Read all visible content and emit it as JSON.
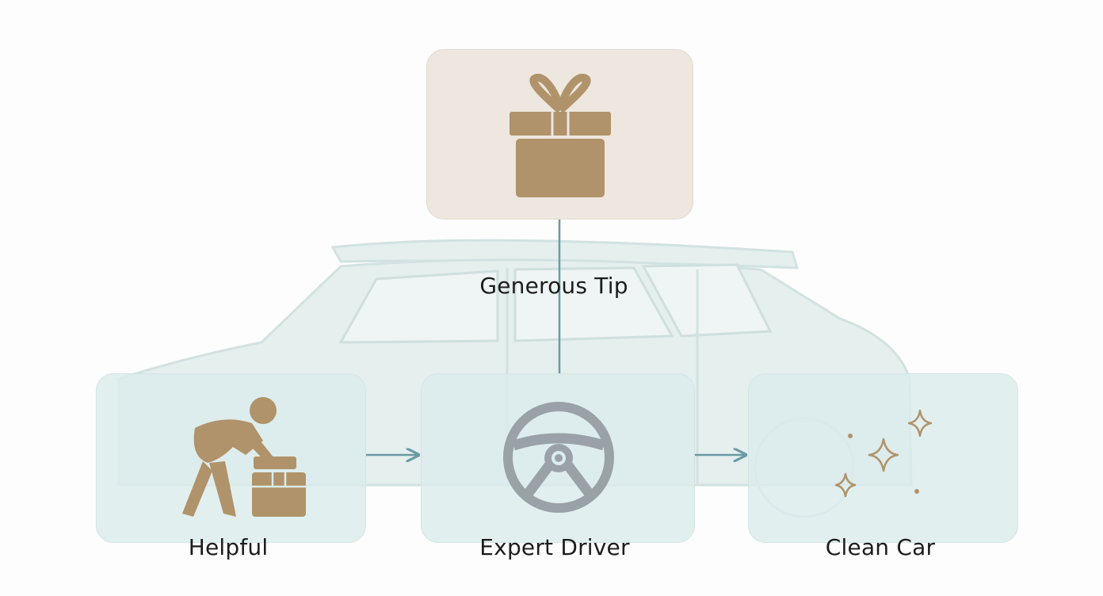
{
  "diagram": {
    "top_node": {
      "label": "Generous Tip",
      "icon": "gift-icon"
    },
    "bottom_nodes": [
      {
        "label": "Helpful",
        "icon": "person-lifting-box-icon"
      },
      {
        "label": "Expert Driver",
        "icon": "steering-wheel-icon"
      },
      {
        "label": "Clean Car",
        "icon": "sparkles-icon"
      }
    ],
    "colors": {
      "icon_tan": "#b0936a",
      "wheel_gray": "#9aa2a8",
      "connector_teal": "#6a9aa3",
      "tip_card": "#ede7df",
      "bottom_card": "#dcecec"
    }
  }
}
